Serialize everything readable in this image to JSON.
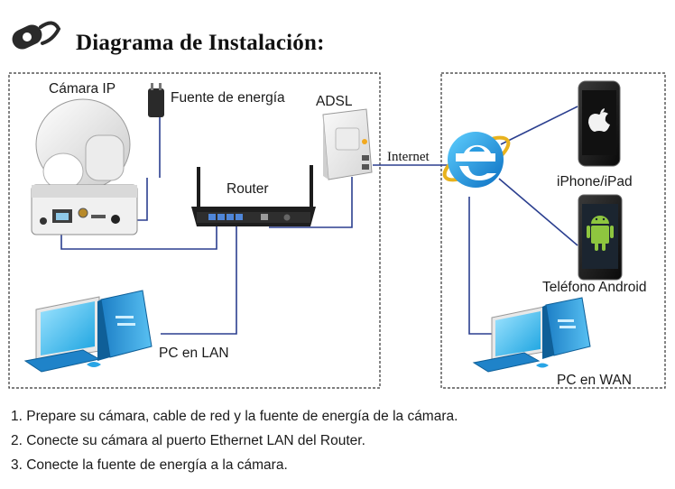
{
  "title": "Diagrama de Instalación:",
  "labels": {
    "camera": "Cámara IP",
    "power": "Fuente de energía",
    "adsl": "ADSL",
    "router": "Router",
    "internet": "Internet",
    "iphone": "iPhone/iPad",
    "android": "Teléfono Android",
    "pc_lan": "PC en LAN",
    "pc_wan": "PC en WAN"
  },
  "steps": [
    "1. Prepare su cámara, cable de red y la fuente de energía de la cámara.",
    "2. Conecte su cámara al puerto Ethernet LAN del Router.",
    "3. Conecte la fuente de energía a la cámara."
  ],
  "colors": {
    "cable": "#2b3f8f",
    "border": "#333333",
    "ie_blue": "#1e8ad6"
  },
  "icons": [
    "header-logo-icon",
    "ip-camera-icon",
    "power-adapter-icon",
    "adsl-modem-icon",
    "router-icon",
    "internet-explorer-icon",
    "iphone-icon",
    "android-phone-icon",
    "pc-icon"
  ]
}
